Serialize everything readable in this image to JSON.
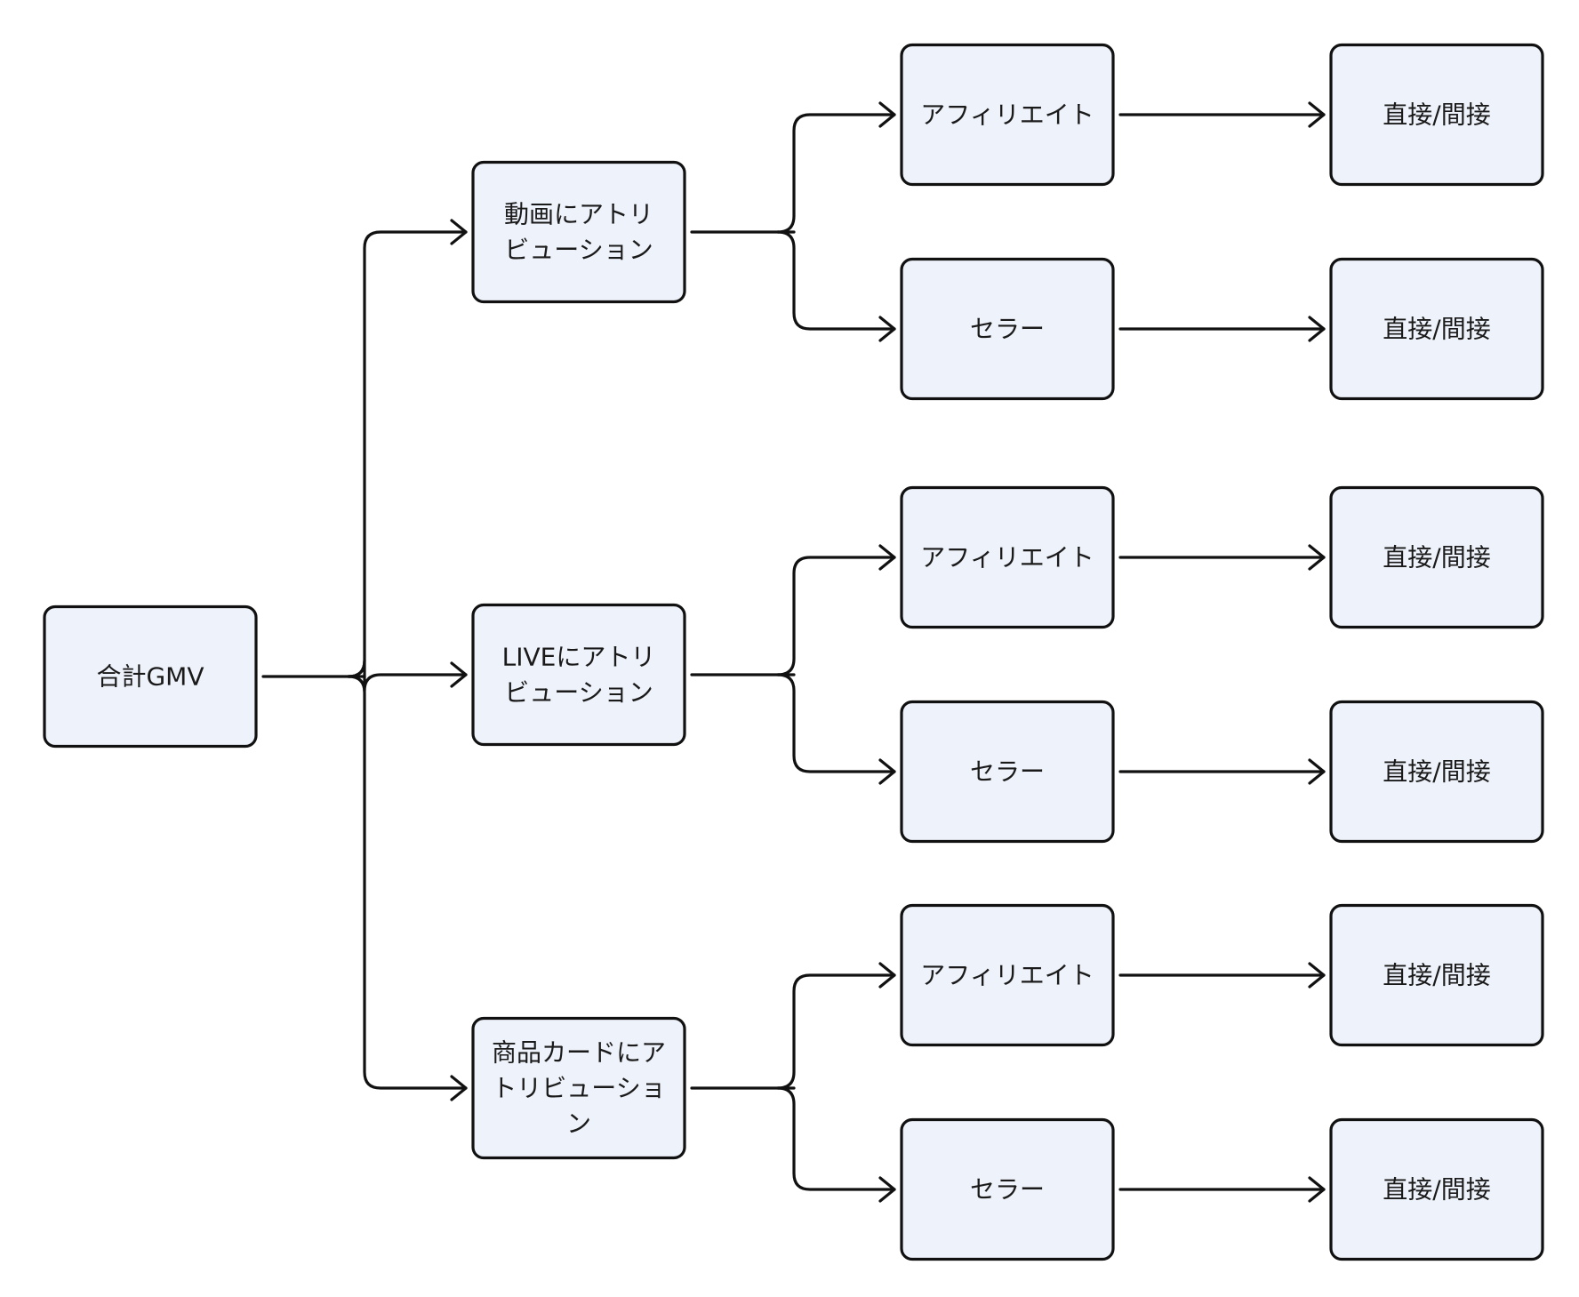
{
  "diagram": {
    "root": {
      "id": "root",
      "lines": [
        "合計GMV"
      ]
    },
    "branches": [
      {
        "id": "video",
        "lines": [
          "動画にアトリ",
          "ビューション"
        ],
        "children": [
          {
            "id": "video-affiliate",
            "lines": [
              "アフィリエイト"
            ],
            "leaf": "直接/間接"
          },
          {
            "id": "video-seller",
            "lines": [
              "セラー"
            ],
            "leaf": "直接/間接"
          }
        ]
      },
      {
        "id": "live",
        "lines": [
          "LIVEにアトリ",
          "ビューション"
        ],
        "children": [
          {
            "id": "live-affiliate",
            "lines": [
              "アフィリエイト"
            ],
            "leaf": "直接/間接"
          },
          {
            "id": "live-seller",
            "lines": [
              "セラー"
            ],
            "leaf": "直接/間接"
          }
        ]
      },
      {
        "id": "product-card",
        "lines": [
          "商品カードにア",
          "トリビューショ",
          "ン"
        ],
        "children": [
          {
            "id": "product-card-affiliate",
            "lines": [
              "アフィリエイト"
            ],
            "leaf": "直接/間接"
          },
          {
            "id": "product-card-seller",
            "lines": [
              "セラー"
            ],
            "leaf": "直接/間接"
          }
        ]
      }
    ]
  },
  "colors": {
    "node_fill": "#eef2fa",
    "stroke": "#111111",
    "text": "#1a1a1a"
  }
}
